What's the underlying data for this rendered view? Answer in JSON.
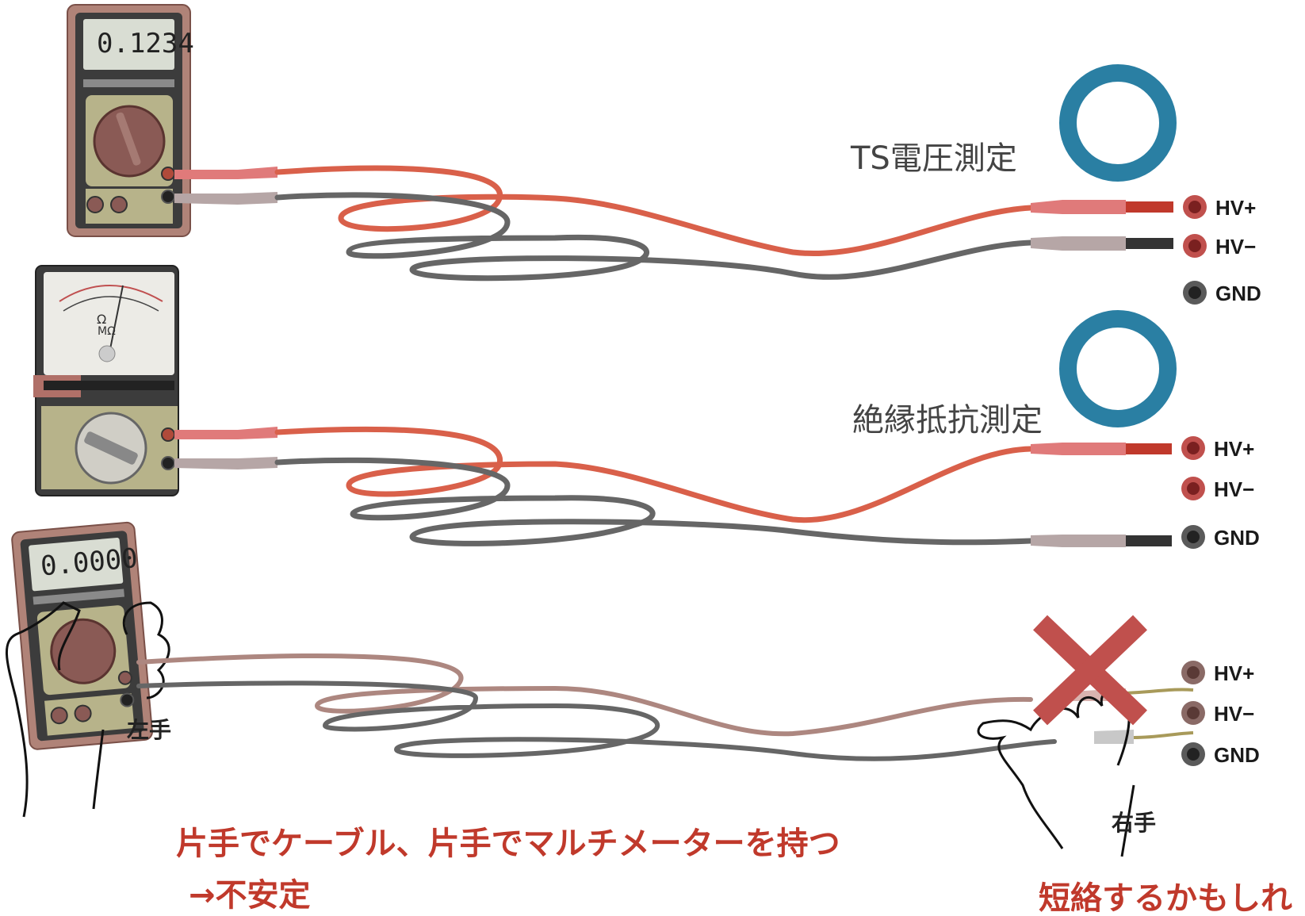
{
  "panels": [
    {
      "title": "TS電圧測定",
      "verdict": "ok",
      "meter_display": "0.1234",
      "terminals": [
        "HV+",
        "HV−",
        "GND"
      ]
    },
    {
      "title": "絶縁抵抗測定",
      "verdict": "ok",
      "meter_scale_symbols": [
        "Ω",
        "MΩ"
      ],
      "terminals": [
        "HV+",
        "HV−",
        "GND"
      ]
    },
    {
      "verdict": "ng",
      "meter_display": "0.0000",
      "terminals": [
        "HV+",
        "HV−",
        "GND"
      ],
      "left_hand": "左手",
      "right_hand": "右手",
      "warning_line1": "片手でケーブル、片手でマルチメーターを持つ",
      "warning_line2": "→不安定",
      "warning_right": "短絡するかもしれ"
    }
  ],
  "colors": {
    "ok_mark": "#2a7fa3",
    "ng_mark": "#c0504d",
    "red_lead": "#d9604a",
    "black_lead": "#666666",
    "warning_text": "#c0392b"
  }
}
